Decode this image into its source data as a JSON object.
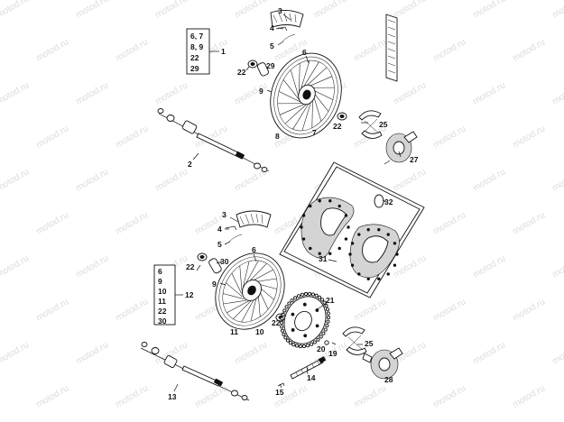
{
  "watermark": "motod.ru",
  "callouts": {
    "c3a": "3",
    "c4a": "4",
    "c5a": "5",
    "c6a": "6",
    "c22a": "22",
    "c29": "29",
    "c9a": "9",
    "c8": "8",
    "c7": "7",
    "c22b": "22",
    "c25a": "25",
    "c27": "27",
    "c2": "2",
    "c1": "1",
    "c32": "32",
    "c31": "31",
    "c3b": "3",
    "c4b": "4",
    "c5b": "5",
    "c6b": "6",
    "c22c": "22",
    "c30": "30",
    "c9b": "9",
    "c12": "12",
    "c11": "11",
    "c10": "10",
    "c22d": "22",
    "c21": "21",
    "c20": "20",
    "c19": "19",
    "c25b": "25",
    "c28": "28",
    "c14": "14",
    "c15": "15",
    "c13": "13"
  },
  "groups": {
    "front_wheel": [
      "6, 7",
      "8, 9",
      "22",
      "29"
    ],
    "rear_wheel": [
      "6",
      "9",
      "10",
      "11",
      "22",
      "30"
    ]
  }
}
